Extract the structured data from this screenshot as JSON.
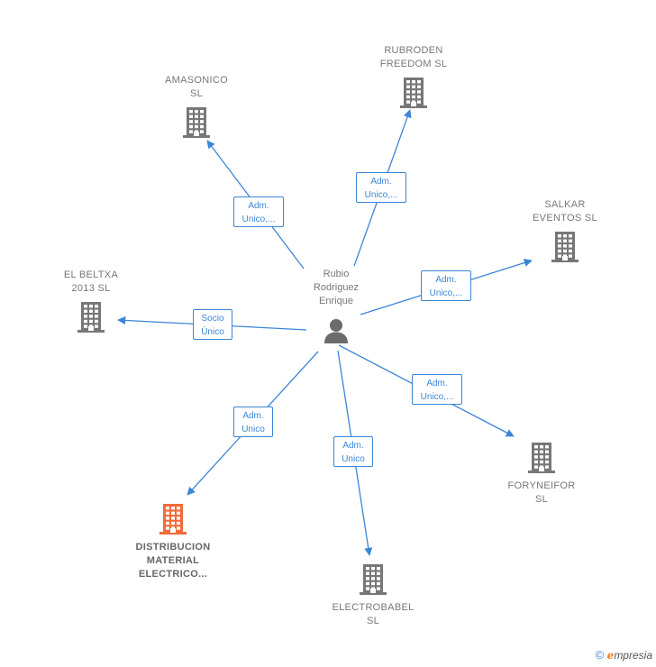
{
  "center": {
    "name_lines": [
      "Rubio",
      "Rodriguez",
      "Enrique"
    ],
    "icon": "person-icon"
  },
  "companies": [
    {
      "id": "amasonico",
      "lines": [
        "AMASONICO",
        "SL"
      ],
      "icon": "building-icon",
      "color": "#777777"
    },
    {
      "id": "rubroden",
      "lines": [
        "RUBRODEN",
        "FREEDOM  SL"
      ],
      "icon": "building-icon",
      "color": "#777777"
    },
    {
      "id": "salkar",
      "lines": [
        "SALKAR",
        "EVENTOS  SL"
      ],
      "icon": "building-icon",
      "color": "#777777"
    },
    {
      "id": "elbeltxa",
      "lines": [
        "EL BELTXA",
        "2013 SL"
      ],
      "icon": "building-icon",
      "color": "#777777"
    },
    {
      "id": "foryneifor",
      "lines": [
        "FORYNEIFOR",
        "SL"
      ],
      "icon": "building-icon",
      "color": "#777777"
    },
    {
      "id": "distribucion",
      "lines": [
        "DISTRIBUCION",
        "MATERIAL",
        "ELECTRICO..."
      ],
      "icon": "building-icon",
      "color": "#f26b3a",
      "highlighted": true
    },
    {
      "id": "electrobabel",
      "lines": [
        "ELECTROBABEL",
        "SL"
      ],
      "icon": "building-icon",
      "color": "#777777"
    }
  ],
  "relations": [
    {
      "to": "amasonico",
      "lines": [
        "Adm.",
        "Unico,..."
      ]
    },
    {
      "to": "rubroden",
      "lines": [
        "Adm.",
        "Unico,..."
      ]
    },
    {
      "to": "salkar",
      "lines": [
        "Adm.",
        "Unico,..."
      ]
    },
    {
      "to": "elbeltxa",
      "lines": [
        "Socio",
        "Único"
      ]
    },
    {
      "to": "foryneifor",
      "lines": [
        "Adm.",
        "Unico,..."
      ]
    },
    {
      "to": "distribucion",
      "lines": [
        "Adm.",
        "Unico"
      ]
    },
    {
      "to": "electrobabel",
      "lines": [
        "Adm.",
        "Unico"
      ]
    }
  ],
  "colors": {
    "edge": "#3b86d6",
    "building": "#777777",
    "highlight": "#f26b3a",
    "person": "#6b6b6b"
  },
  "credit": {
    "copyright": "©",
    "brand_initial": "e",
    "brand_rest": "mpresia"
  }
}
